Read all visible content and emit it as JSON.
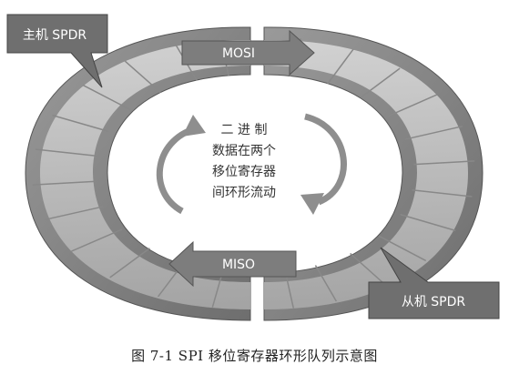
{
  "diagram": {
    "callouts": {
      "master": "主机 SPDR",
      "slave": "从机 SPDR"
    },
    "arrows": {
      "mosi": "MOSI",
      "miso": "MISO"
    },
    "center_text": [
      "二 进 制",
      "数据在两个",
      "移位寄存器",
      "间环形流动"
    ],
    "caption": "图 7-1    SPI 移位寄存器环形队列示意图",
    "colors": {
      "ring": "#8a8a8a",
      "cell_line": "#c9c9c9",
      "callout": "#6f6f6f",
      "arrow_fill": "#7d7d7d",
      "circular_arrows": "#8e8e8e"
    }
  }
}
